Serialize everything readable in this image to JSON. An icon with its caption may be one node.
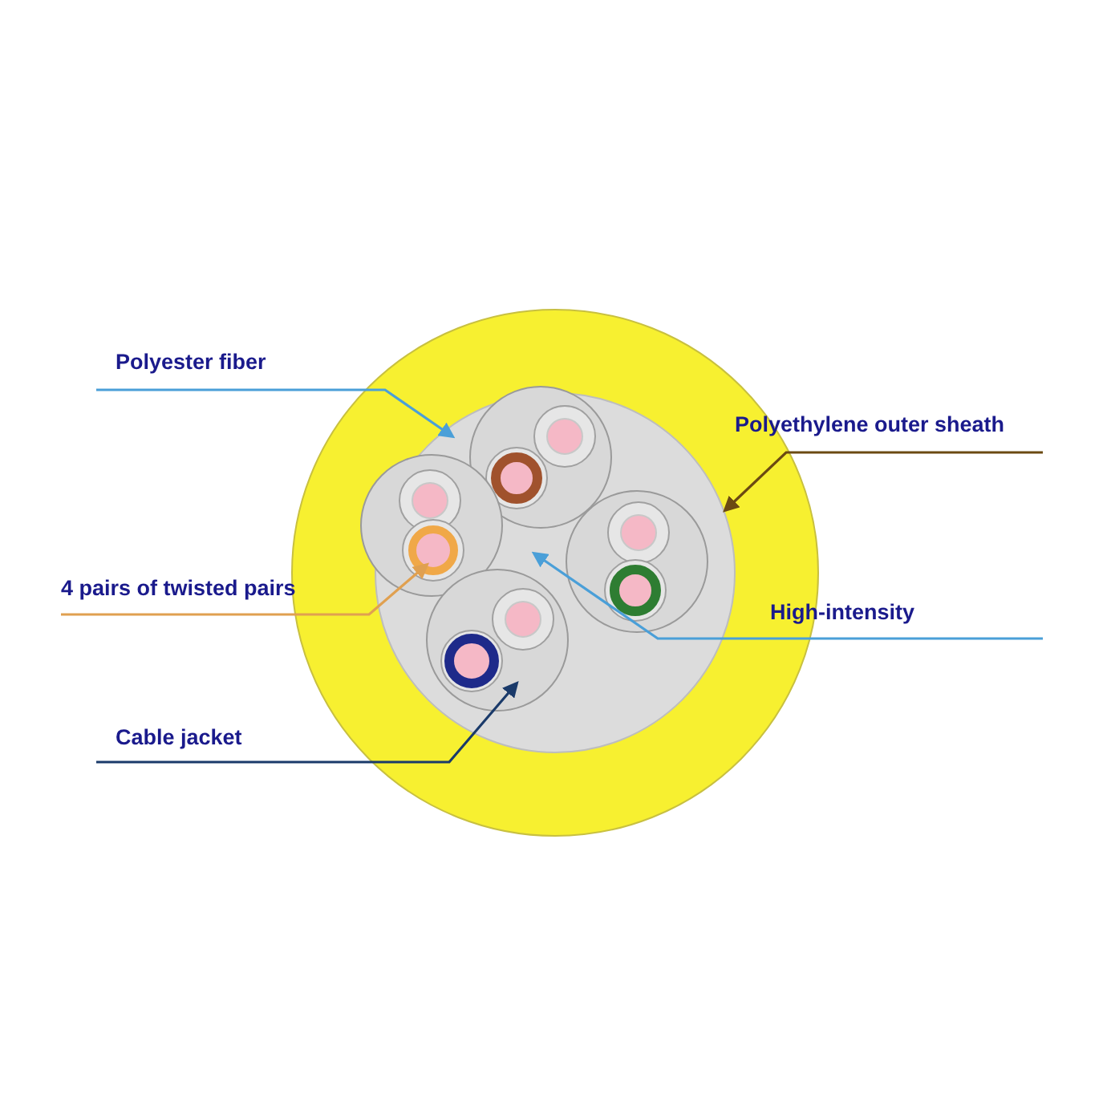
{
  "diagram": {
    "nodes": [
      {
        "text": [
          "Polyester fiber"
        ]
      },
      {
        "text": [],
        "shape": "circle",
        "in": 3
      },
      {
        "text": [
          "Polyethylene outer sheath"
        ]
      },
      {
        "text": [],
        "shape": "circle"
      },
      {
        "text": [
          "4 pairs of twisted pairs"
        ]
      },
      {
        "text": [],
        "shape": "circle",
        "in": 1
      },
      {
        "text": [
          "High-intensity"
        ]
      },
      {
        "text": [
          "Cable jacket"
        ]
      },
      {
        "text": [],
        "shape": "circle",
        "in": 1
      }
    ],
    "edges": [
      {
        "from": 0,
        "to": 1,
        "arrow": "to",
        "color": "#4a9fd8"
      },
      {
        "from": 2,
        "to": 3,
        "arrow": "to",
        "color": "#6b4a12"
      },
      {
        "from": 4,
        "to": 5,
        "arrow": "to",
        "color": "#e0a050"
      },
      {
        "from": 6,
        "to": 1,
        "arrow": "to",
        "color": "#4a9fd8"
      },
      {
        "from": 7,
        "to": 8,
        "arrow": "to",
        "color": "#1a3a6a"
      }
    ]
  }
}
